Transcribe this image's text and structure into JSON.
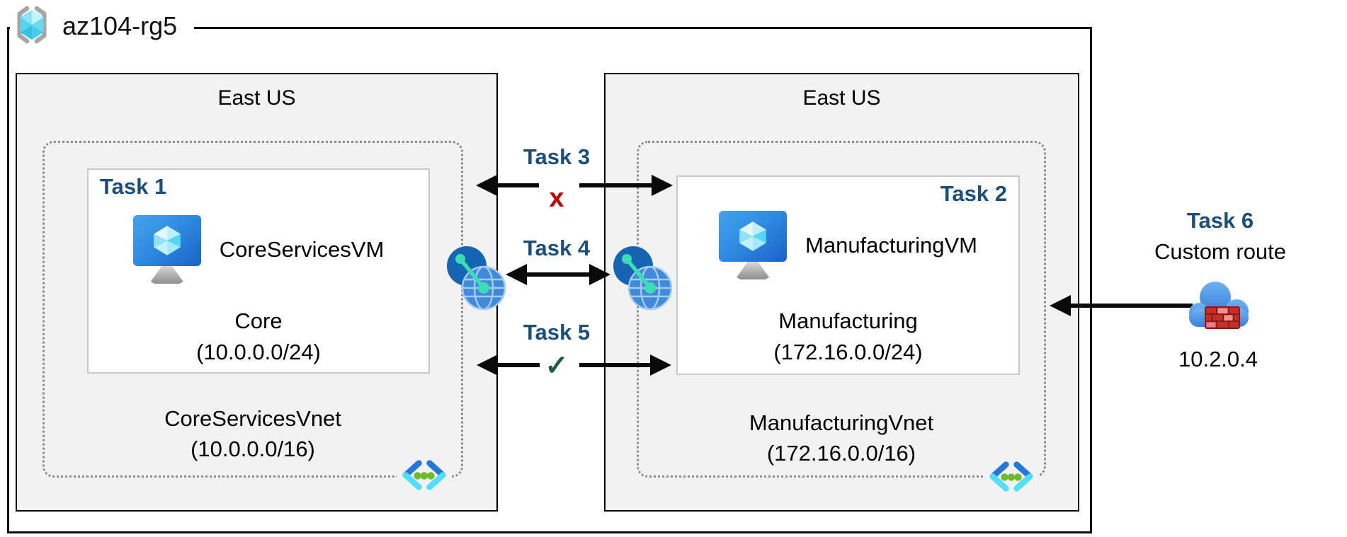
{
  "resource_group": {
    "name": "az104-rg5"
  },
  "regions": [
    {
      "title": "East US",
      "task_label": "Task 1",
      "vm_name": "CoreServicesVM",
      "subnet_name": "Core",
      "subnet_cidr": "(10.0.0.0/24)",
      "vnet_name": "CoreServicesVnet",
      "vnet_cidr": "(10.0.0.0/16)"
    },
    {
      "title": "East US",
      "task_label": "Task 2",
      "vm_name": "ManufacturingVM",
      "subnet_name": "Manufacturing",
      "subnet_cidr": "(172.16.0.0/24)",
      "vnet_name": "ManufacturingVnet",
      "vnet_cidr": "(172.16.0.0/16)"
    }
  ],
  "connections": {
    "task3": {
      "label": "Task 3",
      "mark": "x"
    },
    "task4": {
      "label": "Task 4"
    },
    "task5": {
      "label": "Task 5",
      "mark": "✓"
    }
  },
  "external": {
    "task6_label": "Task 6",
    "task6_subtitle": "Custom route",
    "appliance_ip": "10.2.0.4"
  },
  "icons": {
    "resource_group": "gray-brackets-with-cyan-cube",
    "virtual_machine": "blue-monitor-with-cube",
    "vnet_peering": "dark-circle-linked-globe",
    "virtual_network": "blue-angle-brackets-with-green-dots",
    "custom_route_appliance": "blue-cloud-with-red-firewall"
  },
  "colors": {
    "task_label": "#1B4E79",
    "cross_mark": "#C00000",
    "check_mark": "#1F5C49",
    "region_background": "#F2F2F2"
  }
}
